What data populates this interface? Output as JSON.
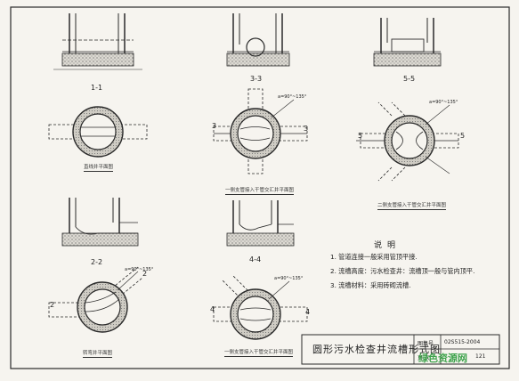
{
  "sections": {
    "s11": "1-1",
    "s33": "3-3",
    "s55": "5-5",
    "s22": "2-2",
    "s44": "4-4"
  },
  "markers": {
    "m3a": "3",
    "m3b": "3",
    "m5a": "5",
    "m5b": "5",
    "m2a": "2",
    "m2b": "2",
    "m4a": "4",
    "m4b": "4"
  },
  "captions": {
    "plan_straight": "直线井平面图",
    "plan_one_side": "一侧支管接入干管交汇井平面图",
    "plan_two_side": "二侧支管接入干管交汇井平面图",
    "plan_bend": "转弯井平面图",
    "plan_one_side_b": "一侧支管接入干管交汇井平面图"
  },
  "angle_labels": {
    "a1": "a=90°~135°",
    "a2": "a=90°~135°",
    "a3": "a=90°~135°",
    "a4": "a=90°~135°"
  },
  "notes": {
    "title": "说明",
    "items": [
      "1. 管道连接一般采用管顶平接.",
      "2. 流槽高度：污水检查井：流槽顶一般与管内顶平.",
      "3. 流槽材料：采用砖砌流槽."
    ]
  },
  "title_block": {
    "main": "圆形污水检查井流槽形式图",
    "atlas_label": "图集号",
    "atlas_value": "02S515-2004",
    "page_label": "页 次",
    "page_value": "121"
  },
  "watermark": "绿色资源网",
  "colors": {
    "line": "#2a2a2a",
    "hatch": "#555555",
    "paper": "#f6f4ef"
  }
}
